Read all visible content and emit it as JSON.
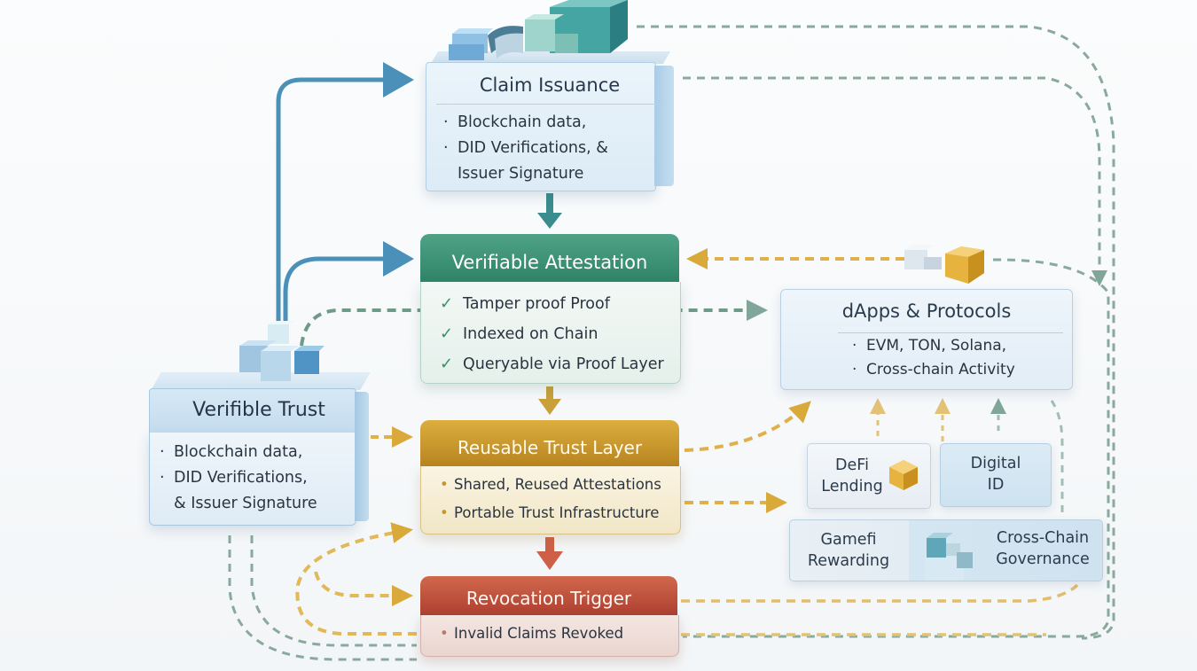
{
  "diagram": {
    "title": "Verifiable trust attestation flow",
    "colors": {
      "blue": "#4a90b8",
      "teal": "#2f8468",
      "gold": "#d9a93a",
      "red": "#c45a3f",
      "sage": "#7fa698"
    },
    "nodes": {
      "claim_issuance": {
        "title": "Claim Issuance",
        "items": [
          "Blockchain data,",
          "DID Verifications, &",
          "Issuer Signature"
        ],
        "bullet": "·",
        "icon": "blocks-cluster-icon"
      },
      "verifiable_attestation": {
        "title": "Verifiable Attestation",
        "items": [
          "Tamper proof Proof",
          "Indexed on Chain",
          "Queryable via Proof Layer"
        ],
        "check": "✓"
      },
      "reusable_trust_layer": {
        "title": "Reusable Trust Layer",
        "items": [
          "Shared, Reused Attestations",
          "Portable Trust Infrastructure"
        ],
        "bullet": "•"
      },
      "revocation_trigger": {
        "title": "Revocation Trigger",
        "items": [
          "Invalid Claims Revoked"
        ],
        "bullet": "•"
      },
      "verifible_trust": {
        "title": "Verifible Trust",
        "items": [
          "Blockchain data,",
          "DID Verifications,",
          "& Issuer Signature"
        ],
        "bullet": "·",
        "icon": "cubes-icon"
      },
      "dapps_protocols": {
        "title": "dApps & Protocols",
        "items": [
          "EVM, TON, Solana,",
          "Cross-chain Activity"
        ],
        "bullet": "·",
        "icon": "gold-cube-icon"
      }
    },
    "use_cases": {
      "defi": {
        "line1": "DeFi",
        "line2": "Lending",
        "icon": "gold-cube-icon"
      },
      "digital_id": {
        "line1": "Digital",
        "line2": "ID"
      },
      "gamefi": {
        "line1": "Gamefi",
        "line2": "Rewarding"
      },
      "governance": {
        "line1": "Cross-Chain",
        "line2": "Governance",
        "icon": "cubes-icon"
      }
    },
    "edges": [
      {
        "from": "verifible_trust",
        "to": "claim_issuance",
        "style": "solid",
        "color": "blue"
      },
      {
        "from": "verifible_trust",
        "to": "verifiable_attestation",
        "style": "solid",
        "color": "blue"
      },
      {
        "from": "claim_issuance",
        "to": "verifiable_attestation",
        "style": "solid",
        "color": "teal"
      },
      {
        "from": "verifiable_attestation",
        "to": "reusable_trust_layer",
        "style": "solid",
        "color": "gold"
      },
      {
        "from": "reusable_trust_layer",
        "to": "revocation_trigger",
        "style": "solid",
        "color": "red"
      },
      {
        "from": "verifible_trust",
        "to": "reusable_trust_layer",
        "style": "dashed",
        "color": "gold"
      },
      {
        "from": "verifiable_attestation",
        "to": "dapps_protocols",
        "style": "dashed",
        "color": "sage"
      },
      {
        "from": "dapps_protocols",
        "to": "verifiable_attestation",
        "style": "dashed",
        "color": "gold"
      },
      {
        "from": "reusable_trust_layer",
        "to": "dapps_protocols",
        "style": "dashed",
        "color": "gold"
      },
      {
        "from": "reusable_trust_layer",
        "to": "use_cases",
        "style": "dashed",
        "color": "gold"
      },
      {
        "from": "revocation_trigger",
        "to": "reusable_trust_layer",
        "style": "dashed",
        "color": "gold"
      }
    ]
  }
}
